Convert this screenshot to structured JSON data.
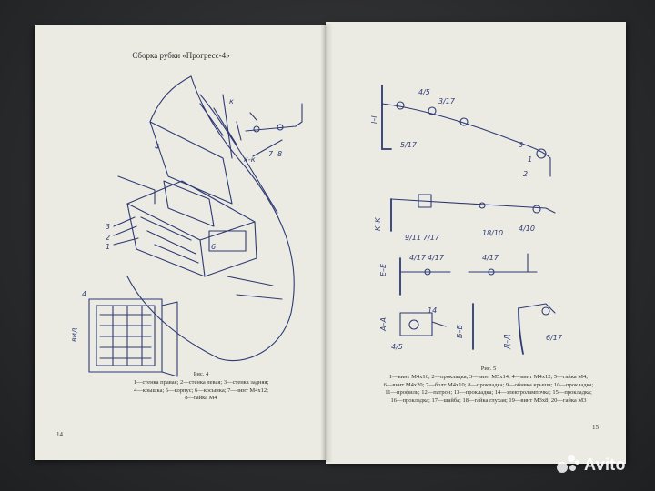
{
  "left_page": {
    "header": "Сборка рубки «Прогресс-4»",
    "figure_caption": "Рис. 4",
    "legend_lines": [
      "1—стенка правая; 2—стенка левая; 3—стенка задняя;",
      "4—крышка; 5—корпус; 6—косынка; 7—винт М4х12;",
      "8—гайка М4"
    ],
    "page_number": "14"
  },
  "right_page": {
    "figure_caption": "Рис. 5",
    "legend_lines": [
      "1—винт М4х16; 2—прокладка; 3—винт М5х14; 4—винт М4х12; 5—гайка М4;",
      "6—винт М4х20; 7—болт М4х10; 8—прокладка; 9—обивка крыши; 10—прокладка;",
      "11—профиль; 12—патрон; 13—прокладка; 14—электролампочка; 15—прокладка;",
      "16—прокладка; 17—шайба; 18—гайка глухая; 19—винт М3х8; 20—гайка М3"
    ],
    "page_number": "15"
  },
  "watermark": {
    "text": "Avito"
  },
  "colors": {
    "paper": "#ecebe3",
    "ink": "#2d3a74",
    "desk": "#2e2f31"
  }
}
